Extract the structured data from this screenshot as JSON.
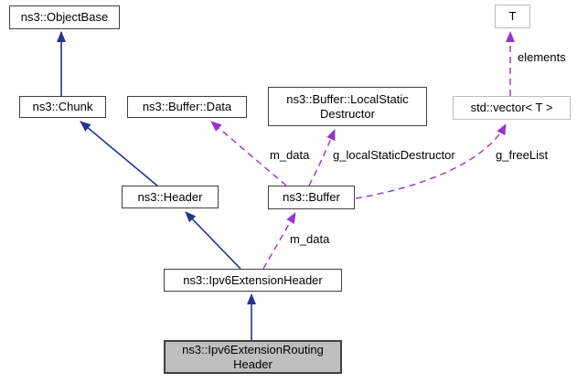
{
  "diagram": {
    "kind": "doxygen-collaboration-graph",
    "colors": {
      "inheritance_edge": "#27348b",
      "usage_edge": "#9a32cd",
      "node_border": "#404040",
      "external_node_border": "#bdbdbd",
      "current_node_fill": "#bfbfbf",
      "node_fill": "#ffffff",
      "text": "#000000"
    },
    "nodes": [
      {
        "id": "objectbase",
        "lines": [
          "ns3::ObjectBase"
        ]
      },
      {
        "id": "t",
        "lines": [
          "T"
        ]
      },
      {
        "id": "chunk",
        "lines": [
          "ns3::Chunk"
        ]
      },
      {
        "id": "bufferdata",
        "lines": [
          "ns3::Buffer::Data"
        ]
      },
      {
        "id": "localstatic",
        "lines": [
          "ns3::Buffer::LocalStatic",
          "Destructor"
        ]
      },
      {
        "id": "stdvector",
        "lines": [
          "std::vector< T >"
        ]
      },
      {
        "id": "header",
        "lines": [
          "ns3::Header"
        ]
      },
      {
        "id": "buffer",
        "lines": [
          "ns3::Buffer"
        ]
      },
      {
        "id": "ipv6ext",
        "lines": [
          "ns3::Ipv6ExtensionHeader"
        ]
      },
      {
        "id": "routing",
        "lines": [
          "ns3::Ipv6ExtensionRouting",
          "Header"
        ]
      }
    ],
    "edge_labels": [
      {
        "text": "elements"
      },
      {
        "text": "m_data"
      },
      {
        "text": "g_localStaticDestructor"
      },
      {
        "text": "g_freeList"
      },
      {
        "text": "m_data"
      }
    ]
  }
}
